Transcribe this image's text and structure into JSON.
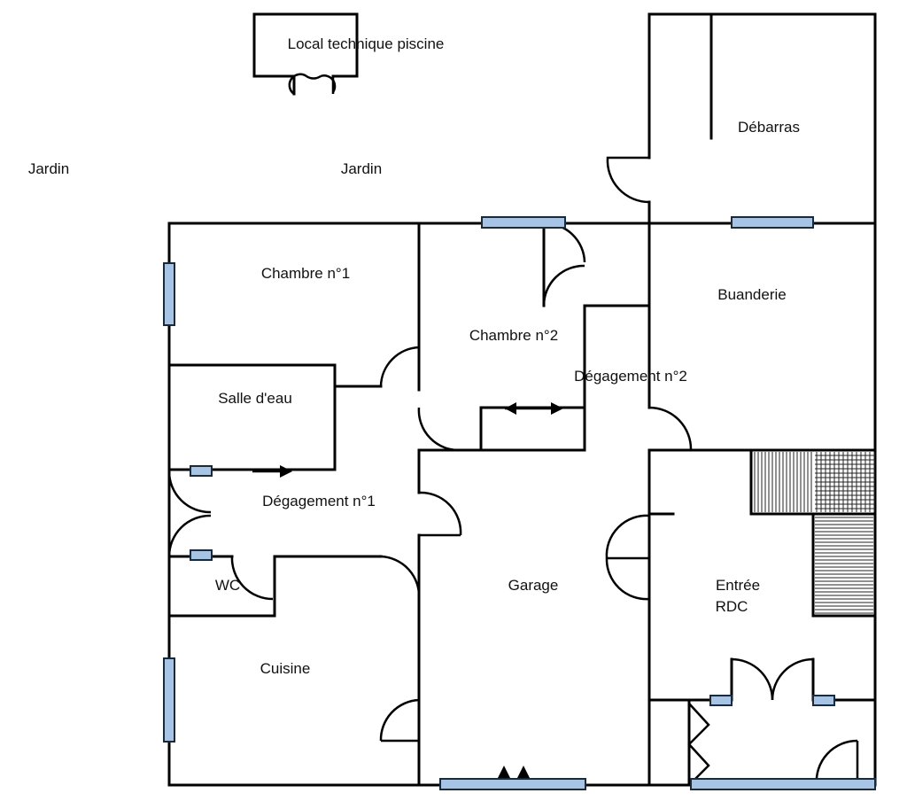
{
  "rooms": {
    "local_technique": "Local technique piscine",
    "jardin_left": "Jardin",
    "jardin_center": "Jardin",
    "debarras": "Débarras",
    "chambre1": "Chambre n°1",
    "chambre2": "Chambre n°2",
    "buanderie": "Buanderie",
    "degagement2": "Dégagement n°2",
    "salle_eau": "Salle d'eau",
    "degagement1": "Dégagement n°1",
    "wc": "WC",
    "garage": "Garage",
    "entree_line1": "Entrée",
    "entree_line2": "RDC",
    "cuisine": "Cuisine"
  },
  "colors": {
    "wall": "#000000",
    "window": "#a7c4e4",
    "background": "#ffffff"
  }
}
